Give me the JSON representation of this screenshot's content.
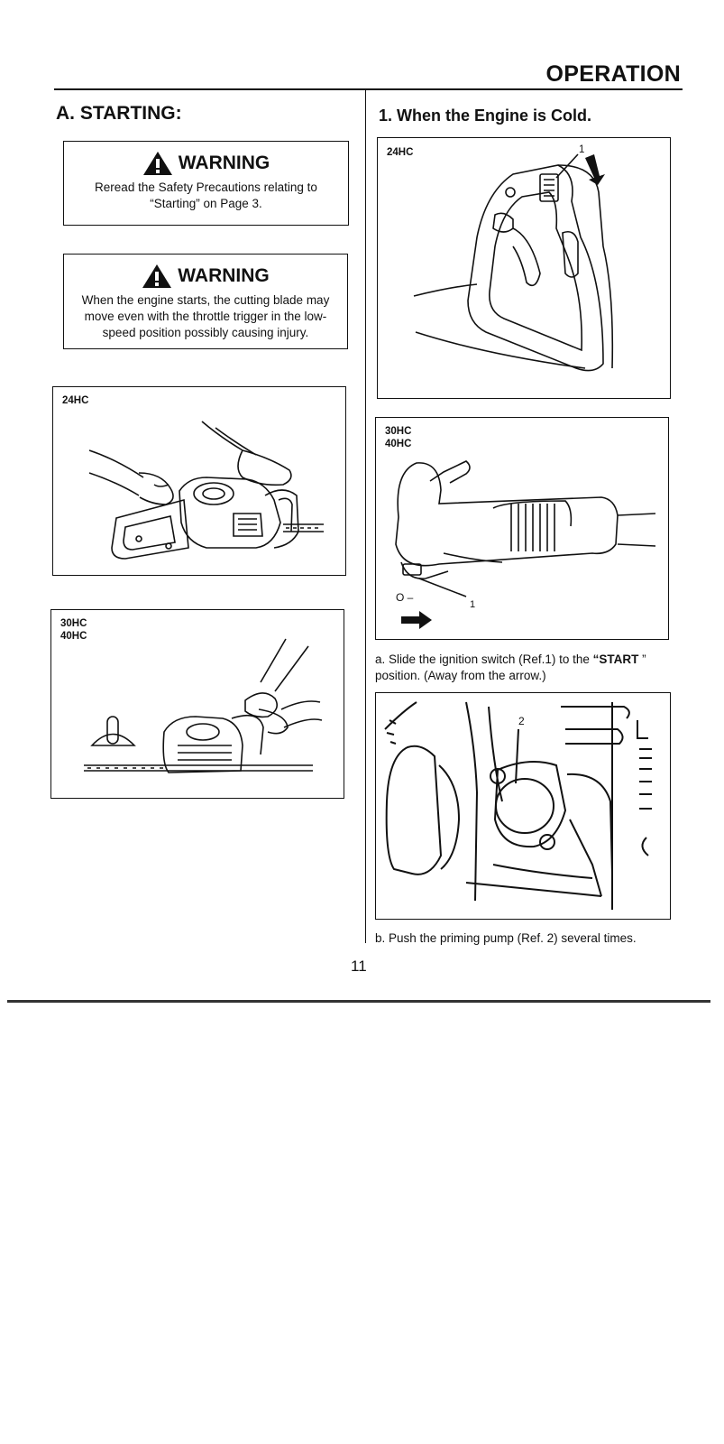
{
  "header": {
    "section_title": "OPERATION"
  },
  "left": {
    "heading": "A. STARTING:",
    "warning1": {
      "title": "WARNING",
      "text": "Reread the Safety Precautions relating to “Starting” on Page 3."
    },
    "warning2": {
      "title": "WARNING",
      "text": "When the engine starts, the cutting blade may move even with the throttle trigger in the low-speed position possibly causing injury."
    },
    "fig1": {
      "label": "24HC"
    },
    "fig2": {
      "label_line1": "30HC",
      "label_line2": "40HC"
    }
  },
  "right": {
    "heading": "1. When the Engine is Cold.",
    "fig1": {
      "label": "24HC",
      "ref": "1"
    },
    "fig2": {
      "label_line1": "30HC",
      "label_line2": "40HC",
      "ref": "1",
      "switch_marks": "O –"
    },
    "step_a": {
      "prefix": "a. Slide the ignition switch (Ref.1) to the ",
      "bold": "“START",
      "suffix": " ” position. (Away from the arrow.)"
    },
    "fig3": {
      "ref": "2"
    },
    "step_b": "b. Push the priming pump (Ref. 2) several times."
  },
  "footer": {
    "page_number": "11"
  }
}
